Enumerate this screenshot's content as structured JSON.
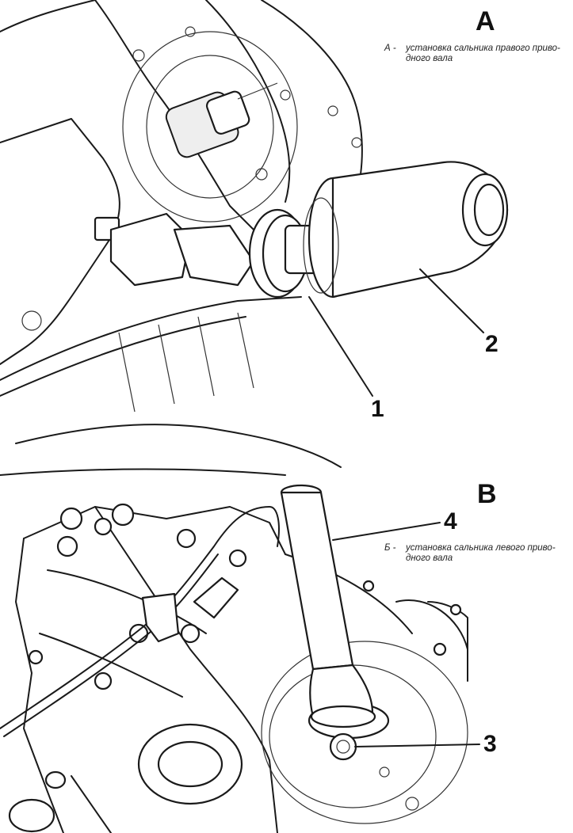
{
  "panels": [
    {
      "letter": "A",
      "caption_label": "А -",
      "caption_lines": [
        "установка сальника правого приво-",
        "дного вала"
      ],
      "callouts": [
        "1",
        "2"
      ]
    },
    {
      "letter": "B",
      "caption_label": "Б -",
      "caption_lines": [
        "установка сальника левого приво-",
        "дного вала"
      ],
      "callouts": [
        "3",
        "4"
      ]
    }
  ]
}
